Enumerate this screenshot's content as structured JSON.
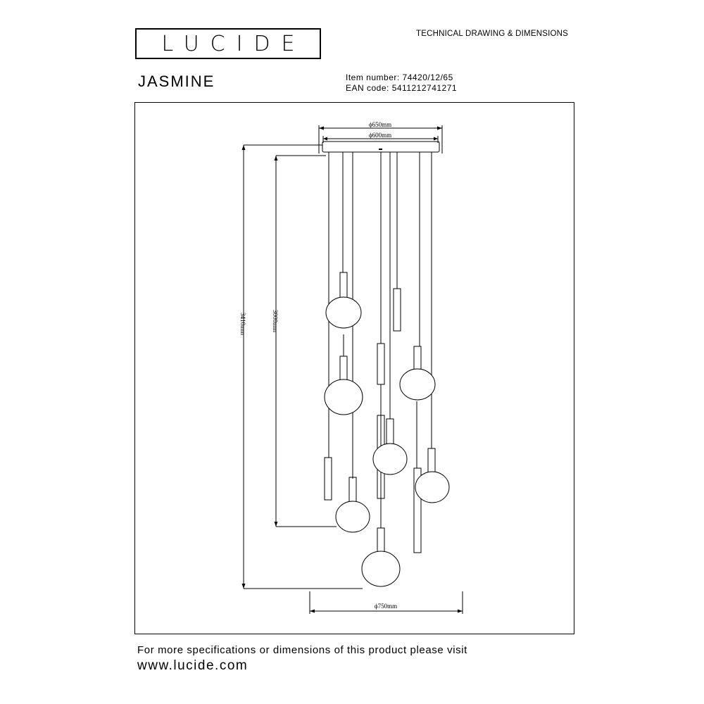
{
  "brand": {
    "logo_text": "LUCIDE"
  },
  "header": {
    "doc_title": "TECHNICAL DRAWING & DIMENSIONS",
    "product_name": "JASMINE",
    "item_number": "Item number: 74420/12/65",
    "ean_code": "EAN code: 5411212741271"
  },
  "drawing": {
    "dim_canopy_outer": "ϕ650mm",
    "dim_canopy_inner": "ϕ600mm",
    "dim_total_height": "3410mm",
    "dim_cable_height": "3000mm",
    "dim_spread": "ϕ750mm"
  },
  "footer": {
    "note": "For more specifications or dimensions of this product please visit",
    "url": "www.lucide.com"
  }
}
